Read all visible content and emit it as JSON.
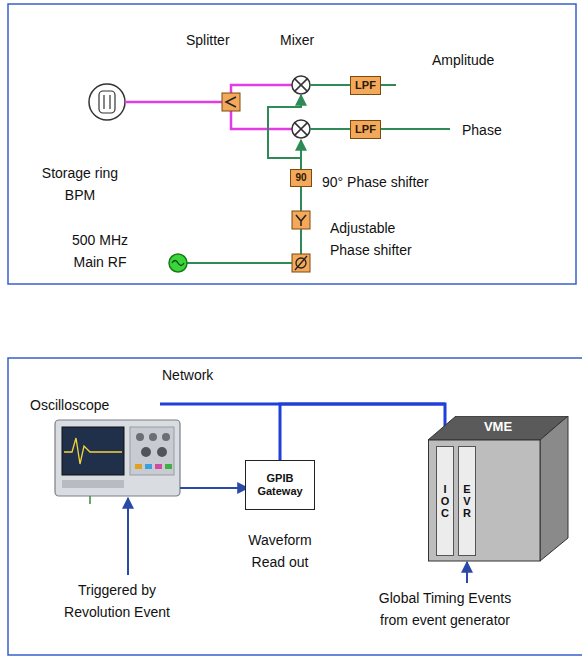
{
  "diagram": {
    "nodes": [
      {
        "text": [
          "LPF"
        ]
      },
      {
        "text": [
          "LPF"
        ]
      },
      {
        "text": [
          "90"
        ]
      },
      {
        "text": [
          "GPIB Gateway"
        ]
      },
      {
        "text": [
          "VME"
        ]
      },
      {
        "text": [
          "IOC"
        ],
        "in": 4
      },
      {
        "text": [
          "EVR"
        ],
        "in": 4
      }
    ],
    "edges": [
      {
        "from": 3,
        "to": 5,
        "arrow": "none"
      }
    ],
    "labels": [
      "Splitter",
      "Mixer",
      "Amplitude",
      "Storage ring BPM",
      "Phase",
      "90° Phase shifter",
      "Adjustable Phase shifter",
      "500 MHz Main RF",
      "Network",
      "Oscilloscope",
      "Waveform Read out",
      "Triggered by Revolution Event",
      "Global Timing Events from event generator"
    ]
  }
}
